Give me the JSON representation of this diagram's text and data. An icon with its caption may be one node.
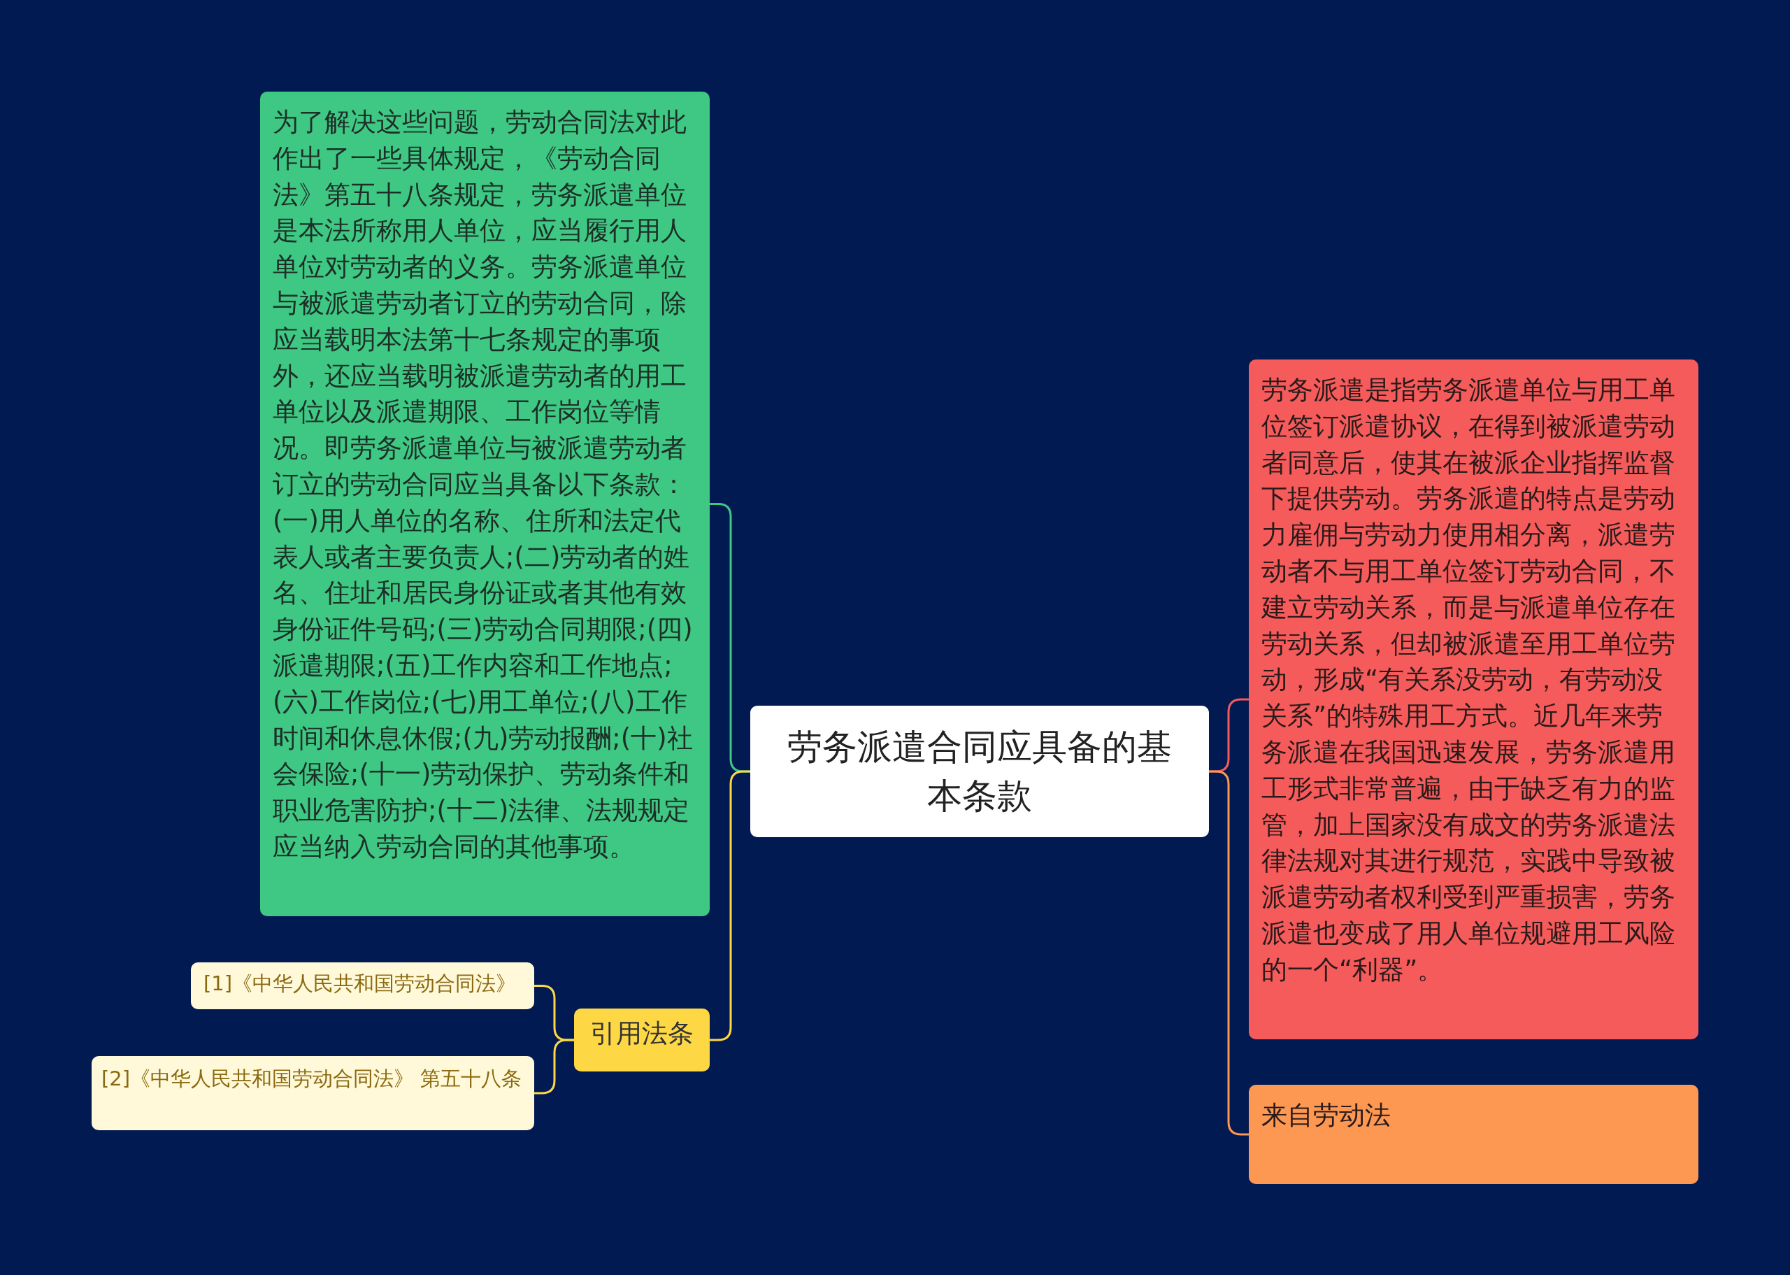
{
  "diagram": {
    "nodes": [
      {
        "text": [
          "劳务派遣合同应具备的基本条款"
        ]
      },
      {
        "text": [
          "为了解决这些问题，劳动合同法对此作出了一些具体规定，《劳动合同法》第五十八条规定，劳务派遣单位是本法所称用人单位，应当履行用人单位对劳动者的义务。劳务派遣单位与被派遣劳动者订立的劳动合同，除应当载明本法第十七条规定的事项外，还应当载明被派遣劳动者的用工单位以及派遣期限、工作岗位等情况。即劳务派遣单位与被派遣劳动者订立的劳动合同应当具备以下条款：(一)用人单位的名称、住所和法定代表人或者主要负责人;(二)劳动者的姓名、住址和居民身份证或者其他有效身份证件号码;(三)劳动合同期限;(四)派遣期限;(五)工作内容和工作地点;(六)工作岗位;(七)用工单位;(八)工作时间和休息休假;(九)劳动报酬;(十)社会保险;(十一)劳动保护、劳动条件和职业危害防护;(十二)法律、法规规定应当纳入劳动合同的其他事项。"
        ]
      },
      {
        "text": [
          "引用法条"
        ]
      },
      {
        "text": [
          "[1]《中华人民共和国劳动合同法》"
        ]
      },
      {
        "text": [
          "[2]《中华人民共和国劳动合同法》 第五十八条"
        ]
      },
      {
        "text": [
          "劳务派遣是指劳务派遣单位与用工单位签订派遣协议，在得到被派遣劳动者同意后，使其在被派企业指挥监督下提供劳动。劳务派遣的特点是劳动力雇佣与劳动力使用相分离，派遣劳动者不与用工单位签订劳动合同，不建立劳动关系，而是与派遣单位存在劳动关系，但却被派遣至用工单位劳动，形成“有关系没劳动，有劳动没关系”的特殊用工方式。近几年来劳务派遣在我国迅速发展，劳务派遣用工形式非常普遍，由于缺乏有力的监管，加上国家没有成文的劳务派遣法律法规对其进行规范，实践中导致被派遣劳动者权利受到严重损害，劳务派遣也变成了用人单位规避用工风险的一个“利器”。"
        ]
      },
      {
        "text": [
          "来自劳动法"
        ]
      }
    ],
    "edges": [
      {
        "from": 0,
        "to": 1,
        "arrow": "none",
        "color": "#3fc784"
      },
      {
        "from": 0,
        "to": 2,
        "arrow": "none"
      },
      {
        "from": 2,
        "to": 3,
        "arrow": "none"
      },
      {
        "from": 2,
        "to": 4,
        "arrow": "none"
      },
      {
        "from": 0,
        "to": 5,
        "arrow": "none",
        "color": "#f65b5b"
      },
      {
        "from": 0,
        "to": 6,
        "arrow": "none",
        "color": "#fd9852"
      }
    ]
  }
}
